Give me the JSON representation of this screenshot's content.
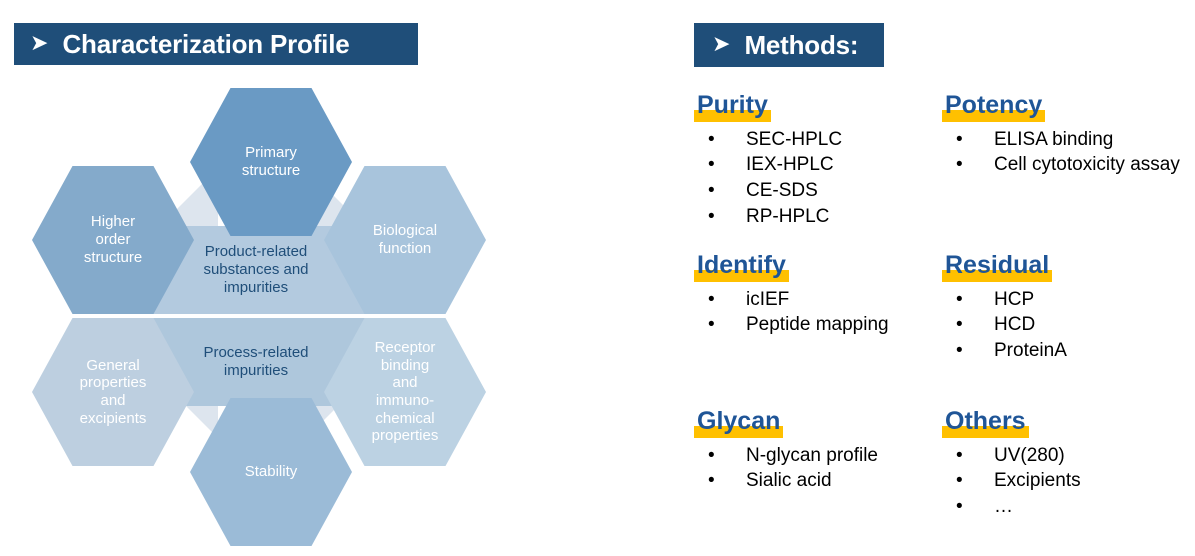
{
  "sections": {
    "characterization": {
      "title": "Characterization Profile",
      "arrow_glyph": "➤",
      "bar_color": "#1F4E79"
    },
    "methods": {
      "title": "Methods:",
      "arrow_glyph": "➤",
      "bar_color": "#1F4E79"
    }
  },
  "hex_diagram": {
    "outer": [
      {
        "id": "primary-structure",
        "label": "Primary\nstructure",
        "color": "#6A9AC4"
      },
      {
        "id": "biological-function",
        "label": "Biological\nfunction",
        "color": "#A8C4DC"
      },
      {
        "id": "receptor-binding",
        "label": "Receptor\nbinding and\nimmuno-\nchemical\nproperties",
        "color": "#BCD2E3"
      },
      {
        "id": "stability",
        "label": "Stability",
        "color": "#9BBBD7"
      },
      {
        "id": "general-properties",
        "label": "General\nproperties\nand\nexcipients",
        "color": "#BDCFE0"
      },
      {
        "id": "higher-order",
        "label": "Higher order\nstructure",
        "color": "#84AACB"
      }
    ],
    "center": [
      {
        "id": "product-related",
        "label": "Product-related\nsubstances and\nimpurities",
        "color": "#B3CADF",
        "text_color": "#1F4E79"
      },
      {
        "id": "process-related",
        "label": "Process-related\nimpurities",
        "color": "#AEC7DC",
        "text_color": "#1F4E79"
      }
    ],
    "connector_color": "#DDE5EE"
  },
  "methods_groups": [
    {
      "id": "purity",
      "heading": "Purity",
      "highlight_color": "#FFC000",
      "items": [
        "SEC-HPLC",
        "IEX-HPLC",
        "CE-SDS",
        "RP-HPLC"
      ]
    },
    {
      "id": "potency",
      "heading": "Potency",
      "highlight_color": "#FFC000",
      "items": [
        "ELISA binding",
        "Cell cytotoxicity assay"
      ]
    },
    {
      "id": "identify",
      "heading": "Identify",
      "highlight_color": "#FFC000",
      "items": [
        "icIEF",
        "Peptide mapping"
      ]
    },
    {
      "id": "residual",
      "heading": "Residual",
      "highlight_color": "#FFC000",
      "items": [
        "HCP",
        "HCD",
        "ProteinA"
      ]
    },
    {
      "id": "glycan",
      "heading": "Glycan",
      "highlight_color": "#FFC000",
      "items": [
        "N-glycan profile",
        "Sialic acid"
      ]
    },
    {
      "id": "others",
      "heading": "Others",
      "highlight_color": "#FFC000",
      "items": [
        "UV(280)",
        "Excipients",
        "…"
      ]
    }
  ],
  "bullet_glyph": "•"
}
